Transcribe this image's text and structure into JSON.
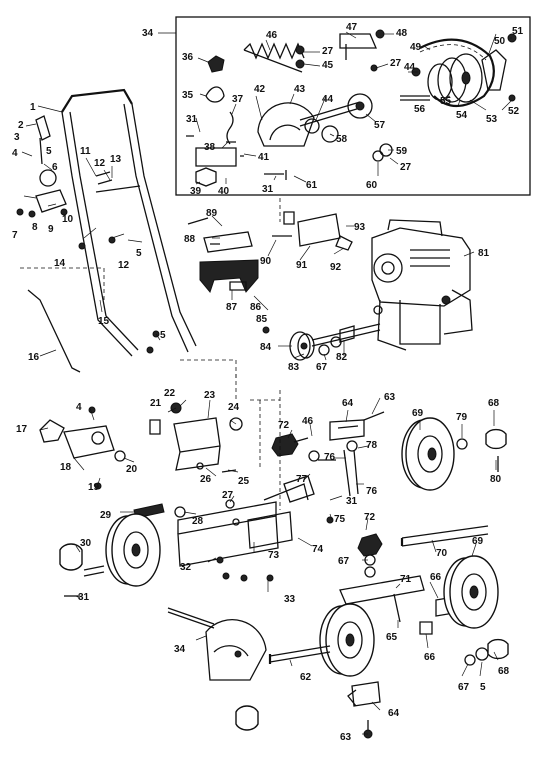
{
  "callouts": {
    "c34a": "34",
    "c36": "36",
    "c46": "46",
    "c27a": "27",
    "c45": "45",
    "c47": "47",
    "c48": "48",
    "c49": "49",
    "c50": "50",
    "c51": "51",
    "c27b": "27",
    "c44a": "44",
    "c35": "35",
    "c37": "37",
    "c42": "42",
    "c43": "43",
    "c44b": "44",
    "c55": "55",
    "c56": "56",
    "c54": "54",
    "c53": "53",
    "c52": "52",
    "c57": "57",
    "c31a": "31",
    "c38": "38",
    "c41": "41",
    "c58": "58",
    "c59": "59",
    "c39": "39",
    "c40": "40",
    "c31b": "31",
    "c61": "61",
    "c60": "60",
    "c27c": "27",
    "c1": "1",
    "c2": "2",
    "c3": "3",
    "c4a": "4",
    "c5a": "5",
    "c6": "6",
    "c7": "7",
    "c8": "8",
    "c9": "9",
    "c10": "10",
    "c11": "11",
    "c12a": "12",
    "c13": "13",
    "c14": "14",
    "c12b": "12",
    "c5b": "5",
    "c15": "15",
    "c16": "16",
    "c5c": "5",
    "c89": "89",
    "c88": "88",
    "c90": "90",
    "c91": "91",
    "c92": "92",
    "c93": "93",
    "c81": "81",
    "c87": "87",
    "c86": "86",
    "c85": "85",
    "c84": "84",
    "c83": "83",
    "c67a": "67",
    "c82": "82",
    "c17": "17",
    "c4b": "4",
    "c21": "21",
    "c22": "22",
    "c23": "23",
    "c24": "24",
    "c18": "18",
    "c19": "19",
    "c20": "20",
    "c26": "26",
    "c25": "25",
    "c63a": "63",
    "c64a": "64",
    "c72a": "72",
    "c46b": "46",
    "c78": "78",
    "c69a": "69",
    "c79": "79",
    "c68a": "68",
    "c80": "80",
    "c76a": "76",
    "c77": "77",
    "c76b": "76",
    "c31c": "31",
    "c29": "29",
    "c28": "28",
    "c27d": "27",
    "c75": "75",
    "c72b": "72",
    "c74": "74",
    "c73": "73",
    "c67b": "67",
    "c70": "70",
    "c69b": "69",
    "c30": "30",
    "c31d": "31",
    "c32": "32",
    "c33": "33",
    "c71": "71",
    "c66a": "66",
    "c65": "65",
    "c66b": "66",
    "c34b": "34",
    "c62": "62",
    "c67c": "67",
    "c5d": "5",
    "c68b": "68",
    "c64b": "64",
    "c63b": "63"
  }
}
